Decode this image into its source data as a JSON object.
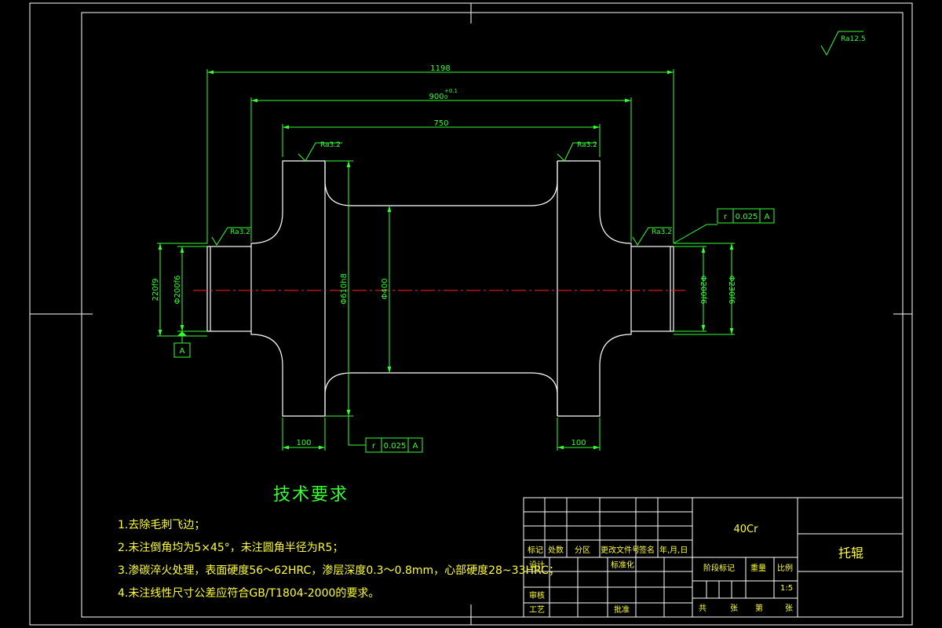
{
  "surface_finish": {
    "overall": "Ra12.5",
    "top_left": "Ra3.2",
    "top_right": "Ra3.2",
    "left_journal": "Ra3.2",
    "right_journal": "Ra3.2"
  },
  "dimensions": {
    "overall_length": "1198",
    "tread_span": "900",
    "tread_span_tol": "+0.1",
    "tread_span_tol_lower": "0",
    "inner_span": "750",
    "flange_width_left": "100",
    "flange_width_right": "100",
    "left_dia_outer": "220f9",
    "left_dia_inner": "Φ200f6",
    "flange_dia": "Φ610h8",
    "hub_dia": "Φ400",
    "right_dia_inner": "Φ200f6",
    "right_dia_outer": "Φ230f6"
  },
  "tolerances": {
    "runout_top_symbol": "r",
    "runout_top_value": "0.025",
    "runout_top_datum": "A",
    "runout_bottom_symbol": "r",
    "runout_bottom_value": "0.025",
    "runout_bottom_datum": "A",
    "datum_label": "A"
  },
  "technical_requirements": {
    "title": "技术要求",
    "items": [
      "1.去除毛刺飞边；",
      "2.未注倒角均为5×45°，未注圆角半径为R5；",
      "3.渗碳淬火处理，表面硬度56～62HRC，渗层深度0.3～0.8mm，心部硬度28~33HRC；",
      "4.未注线性尺寸公差应符合GB/T1804-2000的要求。"
    ]
  },
  "title_block": {
    "material": "40Cr",
    "part_name": "托辊",
    "col_mark": "标记",
    "col_count": "处数",
    "col_zone": "分区",
    "col_change_doc": "更改文件号",
    "col_sign": "签名",
    "col_date": "年,月,日",
    "row_design": "设计",
    "row_standard": "标准化",
    "row_review": "审核",
    "row_process": "工艺",
    "row_approve": "批准",
    "stage_mark": "阶段标记",
    "weight": "重量",
    "scale_label": "比例",
    "scale_value": "1:5",
    "sheets_total": "共",
    "sheets_unit": "张",
    "sheet_no": "第",
    "sheet_unit": "张"
  },
  "colors": {
    "background": "#000000",
    "outline": "#33ff33",
    "frame": "#ffffff",
    "text": "#ffff33",
    "centerline": "#ff2222"
  }
}
